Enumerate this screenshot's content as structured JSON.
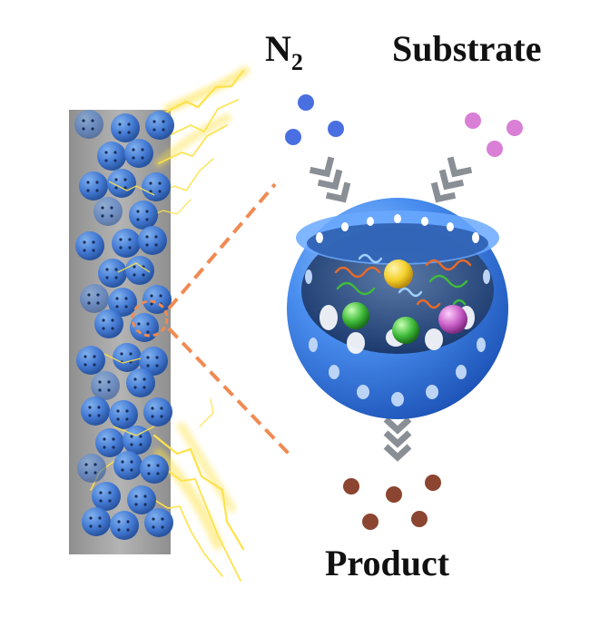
{
  "labels": {
    "n2_main": "N",
    "n2_sub": "2",
    "substrate": "Substrate",
    "product": "Product"
  },
  "colors": {
    "n2_molecule": "#4a6fe0",
    "substrate_molecule": "#d97fd6",
    "product_molecule": "#8b4530",
    "sphere_blue": "#4a8ff0",
    "electrode_gray": "#9a9a9a",
    "lightning_yellow": "#ffe24a",
    "dashed_orange": "#f08a52",
    "arrow_gray": "#8a8f96",
    "cofactor_yellow": "#f4cf2a",
    "cofactor_green": "#3fbb3a",
    "cofactor_magenta": "#c95ec8"
  },
  "icons": [
    "electrode-icon",
    "lightning-icon",
    "enzyme-sphere-icon",
    "chevron-arrow-icon",
    "molecule-dot-icon"
  ]
}
